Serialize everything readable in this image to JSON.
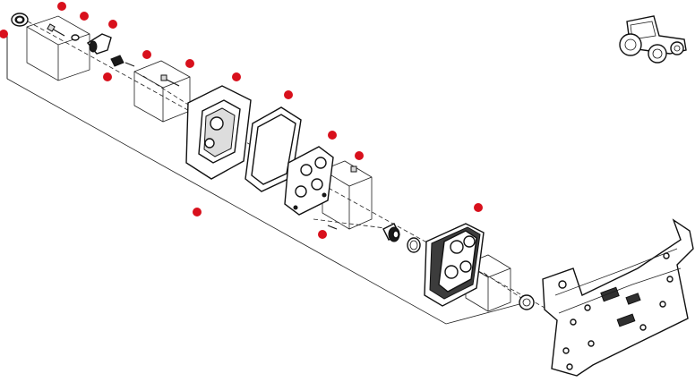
{
  "diagram": {
    "accent_color": "#d8101c",
    "line_color": "#1a1a1a",
    "icons": [
      "tractor-icon"
    ],
    "callout_count": 14,
    "parts": [
      "seal-ring",
      "screw",
      "washer",
      "bracket-clip",
      "spring",
      "bolt",
      "lamp-housing",
      "gasket",
      "lens-plate",
      "bulb-socket",
      "o-ring",
      "rear-lamp-unit",
      "mounting-bracket",
      "nut"
    ]
  }
}
